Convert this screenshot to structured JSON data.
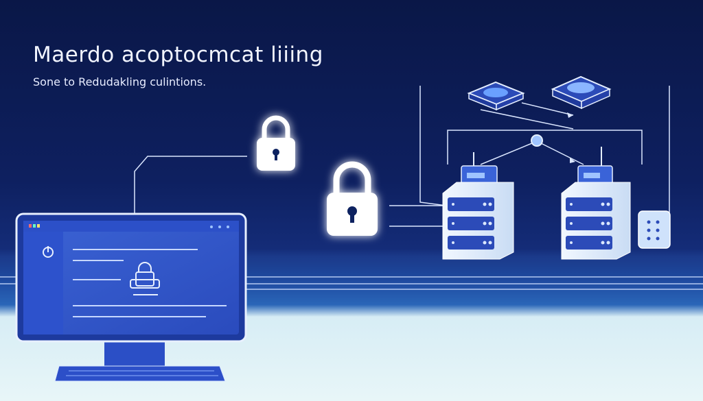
{
  "header": {
    "title": "Maerdo acoptocmcat liiing",
    "subtitle": "Sone to Redudakling culintions."
  },
  "colors": {
    "background_dark": "#0a1747",
    "accent_blue": "#3a63d8",
    "light_floor": "#e6f4f7",
    "lock_white": "#ffffff"
  },
  "icons": [
    "padlock-icon",
    "padlock-icon",
    "monitor",
    "server-rack",
    "server-rack",
    "router-icon",
    "switch-device"
  ]
}
